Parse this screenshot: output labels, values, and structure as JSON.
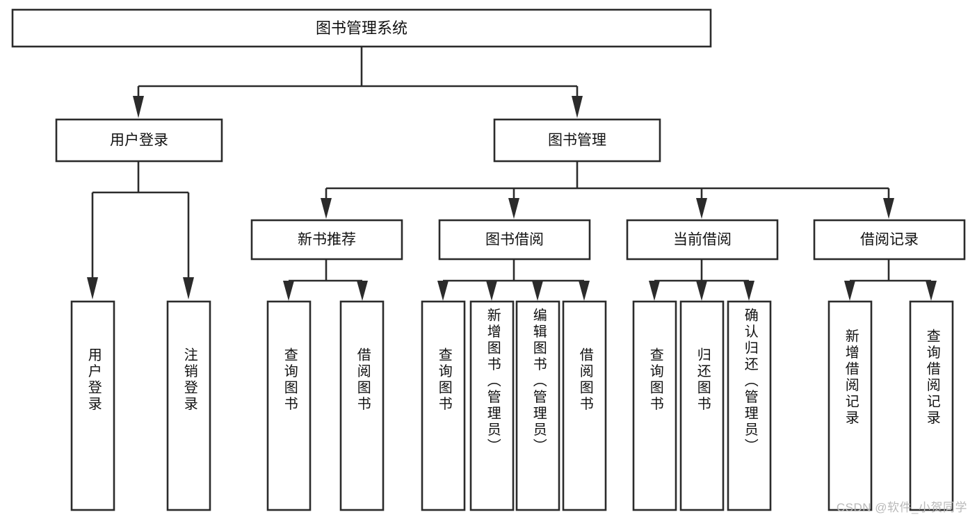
{
  "diagram": {
    "type": "tree",
    "title": "图书管理系统",
    "root": {
      "id": "root",
      "label": "图书管理系统",
      "orientation": "horizontal"
    },
    "level1": [
      {
        "id": "user-login",
        "label": "用户登录",
        "orientation": "horizontal"
      },
      {
        "id": "book-manage",
        "label": "图书管理",
        "orientation": "horizontal"
      }
    ],
    "level2": [
      {
        "id": "new-book-recommend",
        "label": "新书推荐",
        "parent": "book-manage",
        "orientation": "horizontal"
      },
      {
        "id": "book-borrow",
        "label": "图书借阅",
        "parent": "book-manage",
        "orientation": "horizontal"
      },
      {
        "id": "current-borrow",
        "label": "当前借阅",
        "parent": "book-manage",
        "orientation": "horizontal"
      },
      {
        "id": "borrow-record",
        "label": "借阅记录",
        "parent": "book-manage",
        "orientation": "horizontal"
      }
    ],
    "leaves": [
      {
        "id": "leaf-user-login",
        "label": "用户登录",
        "parent": "user-login",
        "orientation": "vertical"
      },
      {
        "id": "leaf-user-logout",
        "label": "注销登录",
        "parent": "user-login",
        "orientation": "vertical"
      },
      {
        "id": "leaf-query-book-1",
        "label": "查询图书",
        "parent": "new-book-recommend",
        "orientation": "vertical"
      },
      {
        "id": "leaf-borrow-book-1",
        "label": "借阅图书",
        "parent": "new-book-recommend",
        "orientation": "vertical"
      },
      {
        "id": "leaf-query-book-2",
        "label": "查询图书",
        "parent": "book-borrow",
        "orientation": "vertical"
      },
      {
        "id": "leaf-add-book",
        "label": "新增图书（管理员）",
        "parent": "book-borrow",
        "orientation": "vertical"
      },
      {
        "id": "leaf-edit-book",
        "label": "编辑图书（管理员）",
        "parent": "book-borrow",
        "orientation": "vertical"
      },
      {
        "id": "leaf-borrow-book-2",
        "label": "借阅图书",
        "parent": "book-borrow",
        "orientation": "vertical"
      },
      {
        "id": "leaf-query-book-3",
        "label": "查询图书",
        "parent": "current-borrow",
        "orientation": "vertical"
      },
      {
        "id": "leaf-return-book",
        "label": "归还图书",
        "parent": "current-borrow",
        "orientation": "vertical"
      },
      {
        "id": "leaf-confirm-return",
        "label": "确认归还（管理员）",
        "parent": "current-borrow",
        "orientation": "vertical"
      },
      {
        "id": "leaf-add-record",
        "label": "新增借阅记录",
        "parent": "borrow-record",
        "orientation": "vertical"
      },
      {
        "id": "leaf-query-record",
        "label": "查询借阅记录",
        "parent": "borrow-record",
        "orientation": "vertical"
      }
    ],
    "colors": {
      "stroke": "#2b2b2b",
      "fill": "#ffffff",
      "text": "#111111",
      "watermark": "#b9b9b9"
    }
  },
  "watermark": {
    "text": "CSDN @软件_小贺同学"
  }
}
